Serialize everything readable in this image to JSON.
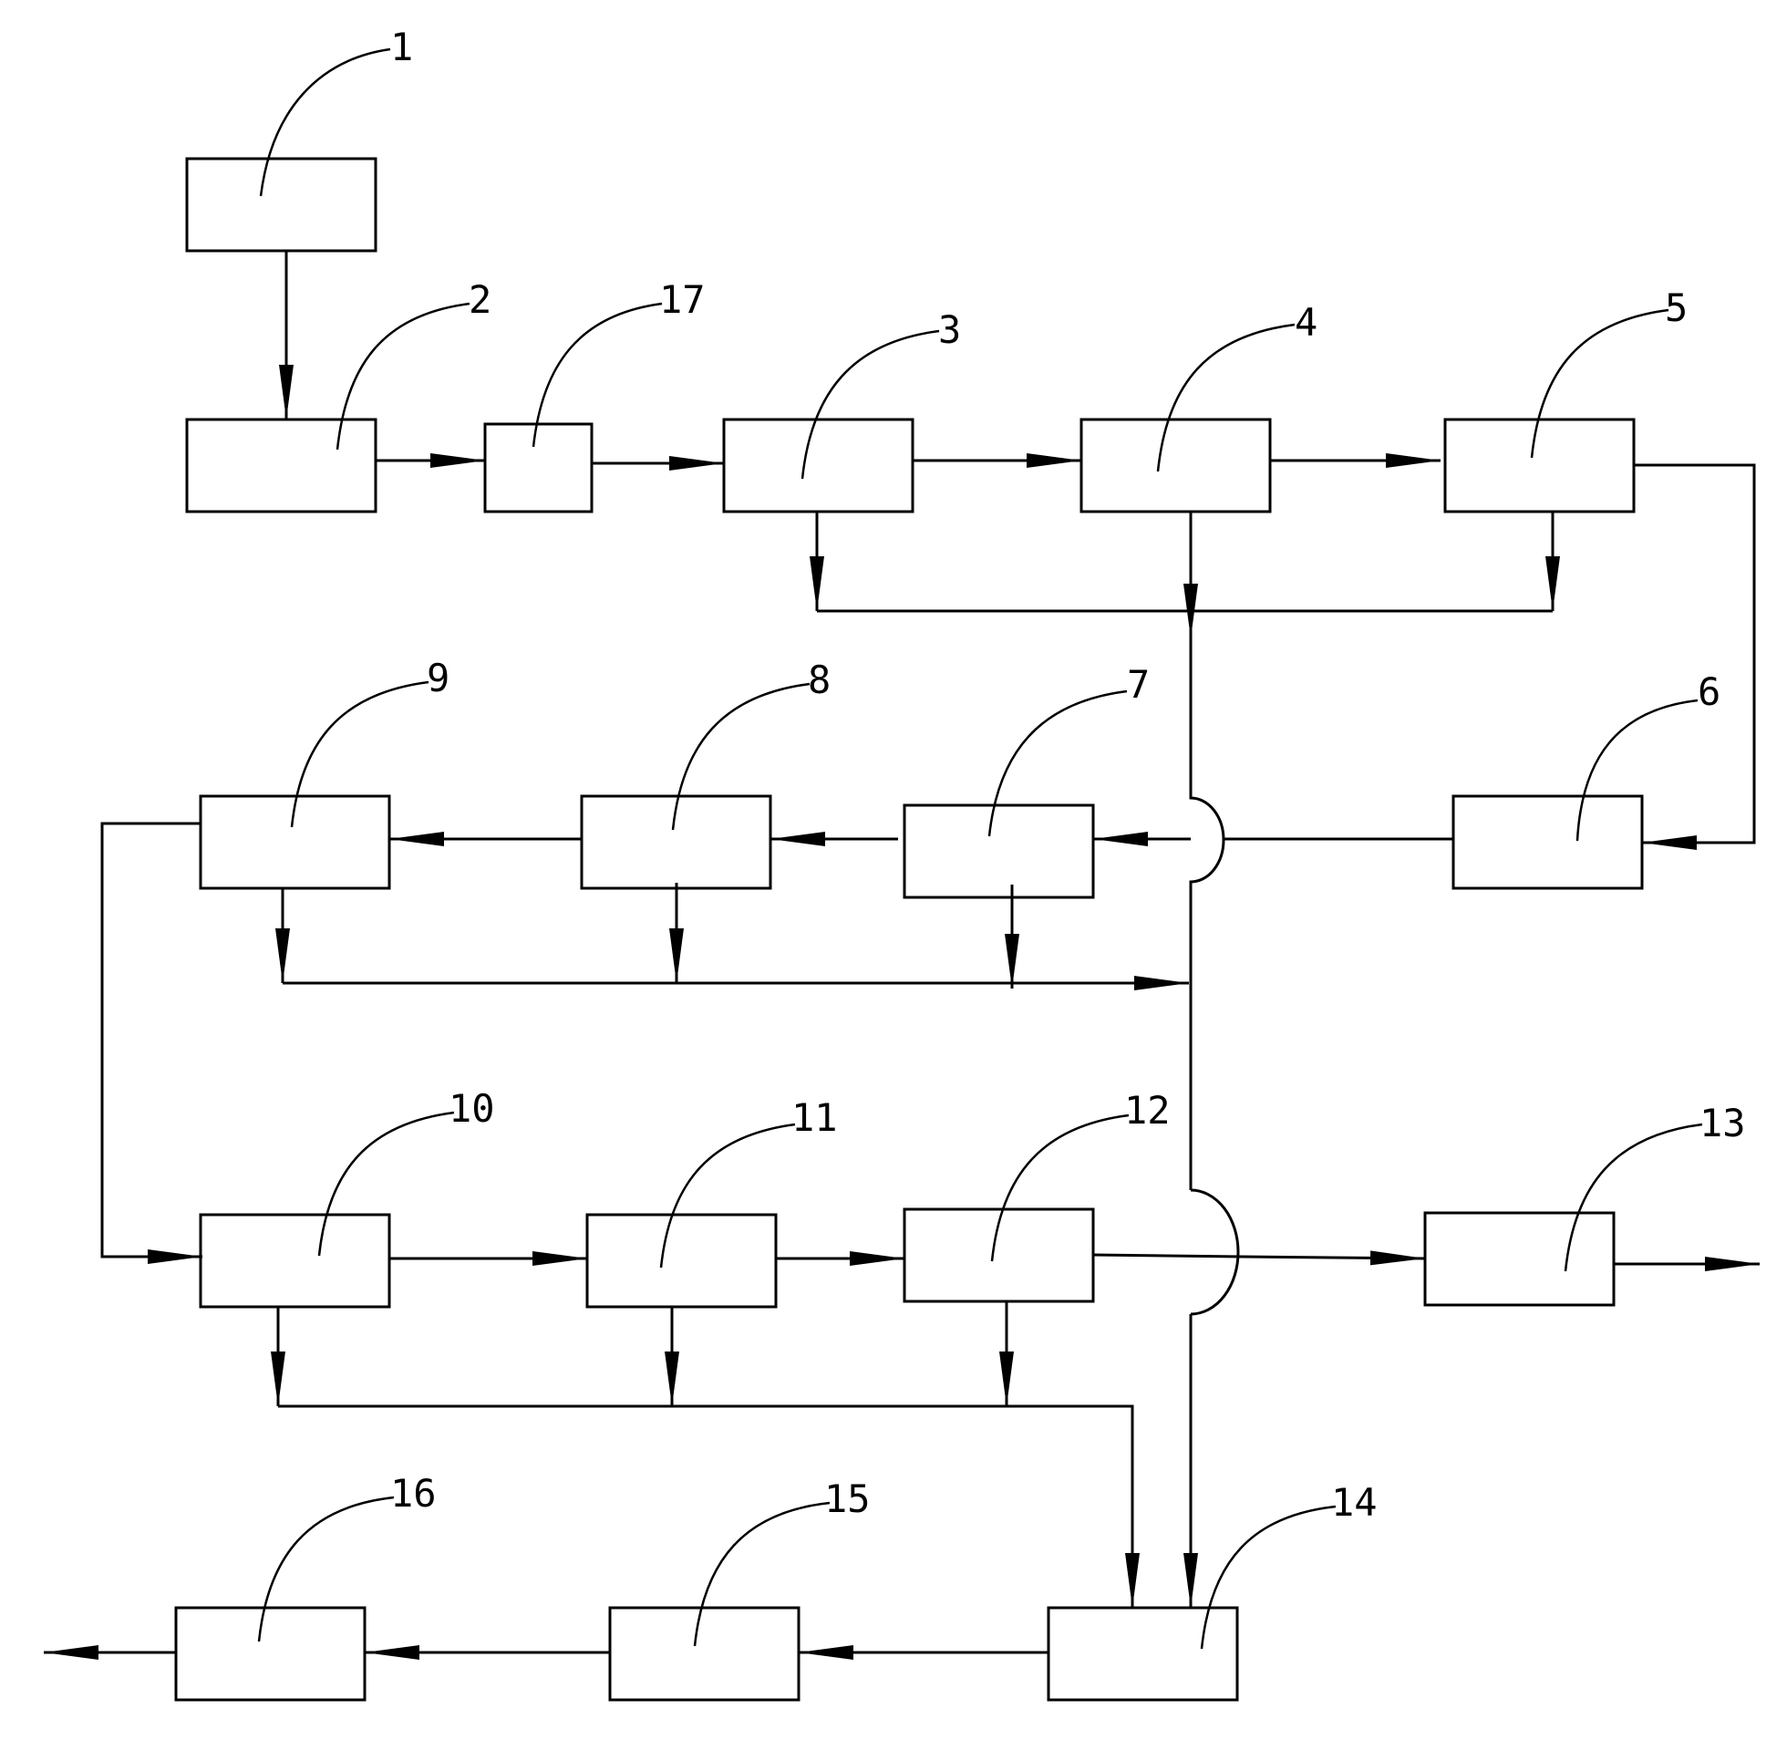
{
  "diagram": {
    "labels": [
      "1",
      "2",
      "17",
      "3",
      "4",
      "5",
      "6",
      "7",
      "8",
      "9",
      "10",
      "11",
      "12",
      "13",
      "14",
      "15",
      "16"
    ]
  }
}
